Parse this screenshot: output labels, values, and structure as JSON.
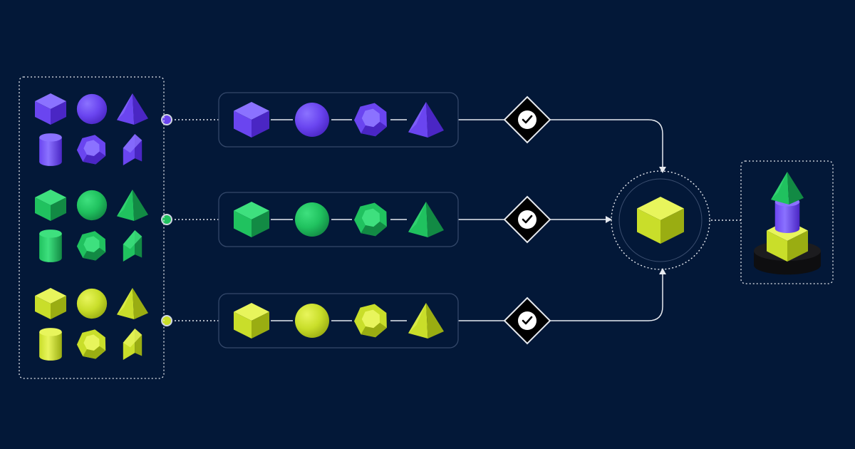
{
  "colors": {
    "background": "#031838",
    "line": "#e6e9ef",
    "panel_border": "#34486a",
    "dot_border": "#cfd6e2",
    "purple": {
      "light": "#8b72ff",
      "mid": "#6a45f0",
      "dark": "#4a26c4"
    },
    "green": {
      "light": "#3ee07e",
      "mid": "#20c25f",
      "dark": "#128a44"
    },
    "yellow": {
      "light": "#e8f55c",
      "mid": "#c9de2a",
      "dark": "#9aad12"
    },
    "check_badge": "#000000",
    "pedestal": "#1c1c1f"
  },
  "groups": [
    {
      "id": "purple",
      "shapes": [
        "cube",
        "sphere",
        "pyramid",
        "cylinder",
        "polyhedron",
        "wedge"
      ],
      "pipeline": [
        "cube",
        "sphere",
        "polyhedron",
        "pyramid"
      ]
    },
    {
      "id": "green",
      "shapes": [
        "cube",
        "sphere",
        "pyramid",
        "cylinder",
        "polyhedron",
        "wedge"
      ],
      "pipeline": [
        "cube",
        "sphere",
        "polyhedron",
        "pyramid"
      ]
    },
    {
      "id": "yellow",
      "shapes": [
        "cube",
        "sphere",
        "pyramid",
        "cylinder",
        "polyhedron",
        "wedge"
      ],
      "pipeline": [
        "cube",
        "sphere",
        "polyhedron",
        "pyramid"
      ]
    }
  ],
  "icons": {
    "validation": "check-icon",
    "merge_output": "cube-icon",
    "final_stack": [
      "pyramid-icon",
      "cylinder-icon",
      "cube-icon",
      "pedestal-icon"
    ]
  }
}
